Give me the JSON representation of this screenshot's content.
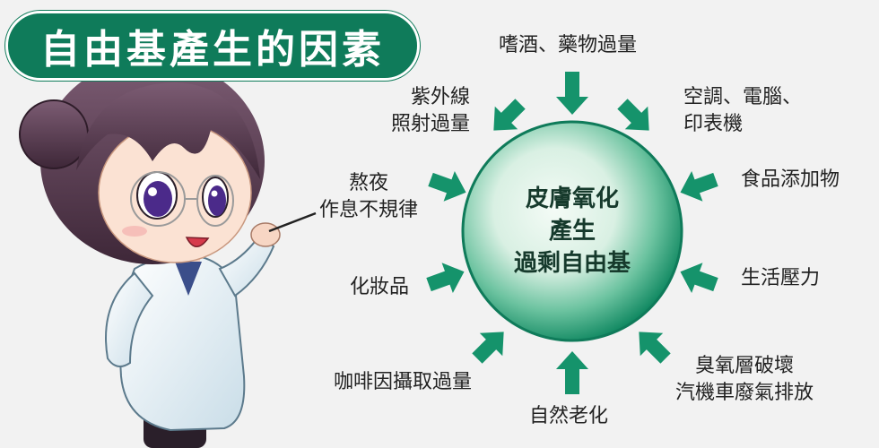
{
  "title": "自由基產生的因素",
  "center": {
    "lines": [
      "皮膚氧化",
      "產生",
      "過剩自由基"
    ]
  },
  "factors": {
    "top": "嗜酒、藥物過量",
    "top_left": [
      "紫外線",
      "照射過量"
    ],
    "top_right": [
      "空調、電腦、",
      "印表機"
    ],
    "left": [
      "熬夜",
      "作息不規律"
    ],
    "right": "食品添加物",
    "mid_left": "化妝品",
    "mid_right": "生活壓力",
    "bottom_left": "咖啡因攝取過量",
    "bottom": "自然老化",
    "bottom_right": [
      "臭氧層破壞",
      "汽機車廢氣排放"
    ]
  },
  "colors": {
    "accent": "#0f7b5a",
    "circle_light": "#e8f6ee",
    "circle_dark": "#1a8f68",
    "arrow": "#15936b"
  }
}
